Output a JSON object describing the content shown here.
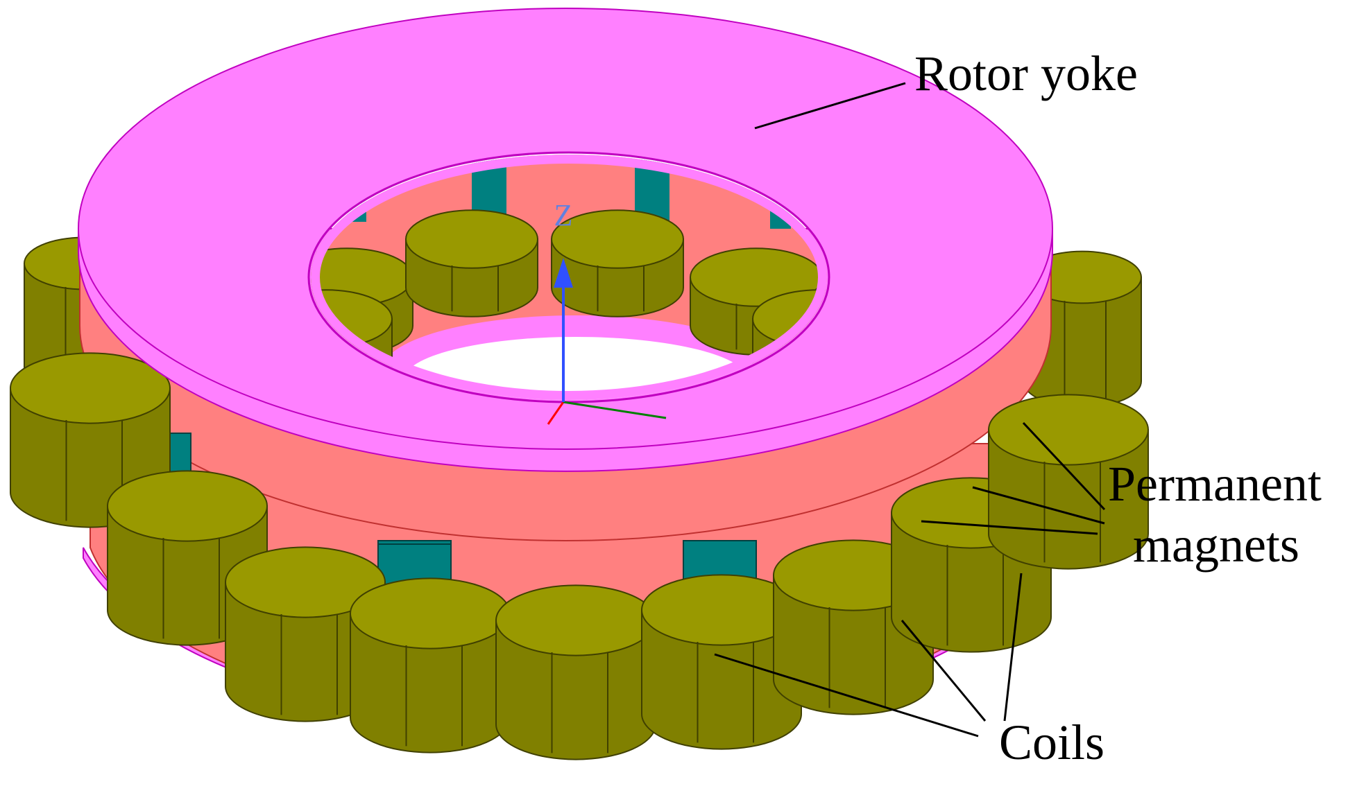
{
  "labels": {
    "rotor_yoke": "Rotor yoke",
    "permanent": "Permanent",
    "magnets": "magnets",
    "coils": "Coils"
  },
  "axis": {
    "z_label": "Z"
  },
  "colors": {
    "yoke": "#FF80FF",
    "yoke_edge": "#C000C0",
    "magnet_pink": "#FF8080",
    "magnet_teal": "#008080",
    "coil_light": "#999900",
    "coil_dark": "#808000",
    "coil_edge": "#404000",
    "z_axis": "#3050FF",
    "x_axis": "#FF0000",
    "y_axis": "#008000"
  }
}
